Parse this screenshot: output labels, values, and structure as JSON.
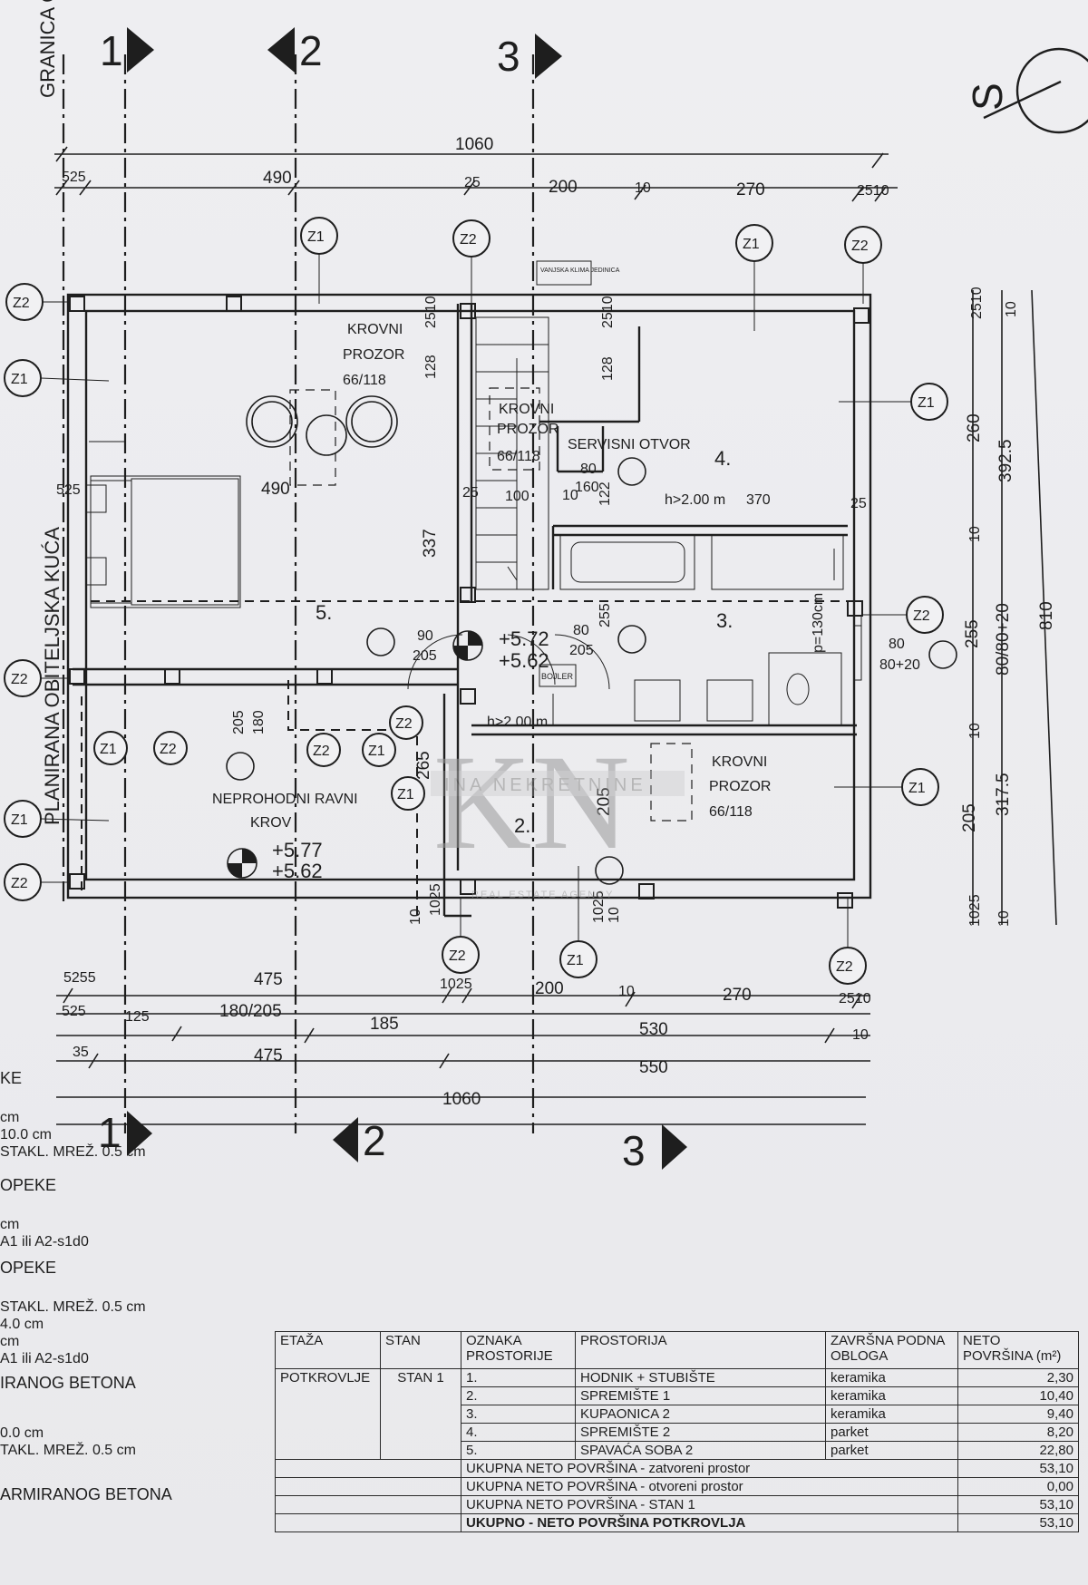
{
  "drawing": {
    "axes": [
      {
        "id": "1",
        "label": "1"
      },
      {
        "id": "2",
        "label": "2"
      },
      {
        "id": "3",
        "label": "3"
      }
    ],
    "north_label": "S",
    "boundary_label": "GRANICA ČESTICE",
    "neighbour_label": "PLANIRANA OBITELJSKA KUĆA",
    "dims_top": {
      "overall": "1060",
      "d_525": "525",
      "d_490": "490",
      "d_25": "25",
      "d_200": "200",
      "d_10": "10",
      "d_270": "270",
      "d_2510": "2510"
    },
    "dims_bottom": {
      "d_5255": "5255",
      "d_475a": "475",
      "d_1025": "1025",
      "d_200": "200",
      "d_10": "10",
      "d_270": "270",
      "d_2510": "2510",
      "d_525": "525",
      "d_125": "125",
      "d_180_205": "180/205",
      "d_185": "185",
      "d_530": "530",
      "d_10b": "10",
      "d_35": "35",
      "d_475b": "475",
      "d_550": "550",
      "overall": "1060"
    },
    "dims_right": {
      "d_2510": "2510",
      "d_10": "10",
      "d_260": "260",
      "d_3925": "392.5",
      "d_10b": "10",
      "d_255": "255",
      "d_80_80_20": "80/80+20",
      "d_810": "810",
      "d_10c": "10",
      "d_205": "205",
      "d_3175": "317.5",
      "d_1025": "1025",
      "d_10d": "10"
    },
    "tags": {
      "z1": "Z1",
      "z2": "Z2"
    },
    "labels": {
      "krovni": "KROVNI",
      "prozor": "PROZOR",
      "prozor_size": "66/118",
      "servisni_otvor": "SERVISNI OTVOR",
      "unit": "VANJSKA KLIMA JEDINICA",
      "room4": "4.",
      "room5": "5.",
      "room3": "3.",
      "room2": "2.",
      "h_200_370": "h>2.00 m",
      "d_370": "370",
      "h_200b": "h>2.00 m",
      "neprohodni": "NEPROHODNI RAVNI",
      "krov": "KROV",
      "lvl_577": "+5.77",
      "lvl_562": "+5.62",
      "lvl_572": "+5.72",
      "lvl_562b": "+5.62",
      "boiler": "BOJLER",
      "p130": "p=130cm",
      "d_80": "80",
      "d_80_20": "80+20",
      "d_90": "90",
      "d_205": "205",
      "d_80b": "80",
      "d_205b": "205",
      "d_160": "160",
      "d_80c": "80",
      "d_100": "100",
      "d_10": "10",
      "d_122": "122",
      "d_128": "128",
      "d_128b": "128",
      "d_25a": "25",
      "d_25b": "25",
      "d_525": "525",
      "d_490": "490",
      "d_337": "337",
      "d_2510a": "2510",
      "d_2510b": "2510",
      "d_255": "255",
      "d_205c": "205",
      "d_180": "180",
      "d_265": "265",
      "d_205d": "205",
      "d_10b": "10",
      "d_1025": "1025",
      "d_1025b": "1025",
      "d_10c": "10",
      "watermark": "INA NEKRETNINE",
      "watermark2": "REAL ESTATE AGENCY"
    }
  },
  "left_notes": [
    "KE",
    "cm",
    "10.0 cm",
    "STAKL. MREŽ. 0.5 cm",
    "OPEKE",
    "cm",
    "A1 ili A2-s1d0",
    "OPEKE",
    "STAKL. MREŽ. 0.5 cm",
    "4.0 cm",
    "cm",
    "A1 ili A2-s1d0",
    "IRANOG BETONA",
    "0.0 cm",
    "TAKL. MREŽ. 0.5 cm",
    "ARMIRANOG BETONA"
  ],
  "table": {
    "headers": {
      "etaza": "ETAŽA",
      "stan": "STAN",
      "oznaka": "OZNAKA PROSTORIJE",
      "prostorija": "PROSTORIJA",
      "obloga": "ZAVRŠNA PODNA OBLOGA",
      "neto": "NETO POVRŠINA (m²)"
    },
    "etaza": "POTKROVLJE",
    "stan": "STAN 1",
    "rows": [
      {
        "oznaka": "1.",
        "prostorija": "HODNIK + STUBIŠTE",
        "obloga": "keramika",
        "neto": "2,30"
      },
      {
        "oznaka": "2.",
        "prostorija": "SPREMIŠTE 1",
        "obloga": "keramika",
        "neto": "10,40"
      },
      {
        "oznaka": "3.",
        "prostorija": "KUPAONICA 2",
        "obloga": "keramika",
        "neto": "9,40"
      },
      {
        "oznaka": "4.",
        "prostorija": "SPREMIŠTE 2",
        "obloga": "parket",
        "neto": "8,20"
      },
      {
        "oznaka": "5.",
        "prostorija": "SPAVAĆA SOBA 2",
        "obloga": "parket",
        "neto": "22,80"
      }
    ],
    "totals": [
      {
        "label": "UKUPNA NETO POVRŠINA - zatvoreni prostor",
        "value": "53,10"
      },
      {
        "label": "UKUPNA NETO POVRŠINA - otvoreni prostor",
        "value": "0,00"
      },
      {
        "label": "UKUPNA NETO POVRŠINA - STAN 1",
        "value": "53,10"
      },
      {
        "label": "UKUPNO - NETO POVRŠINA POTKROVLJA",
        "value": "53,10"
      }
    ]
  }
}
